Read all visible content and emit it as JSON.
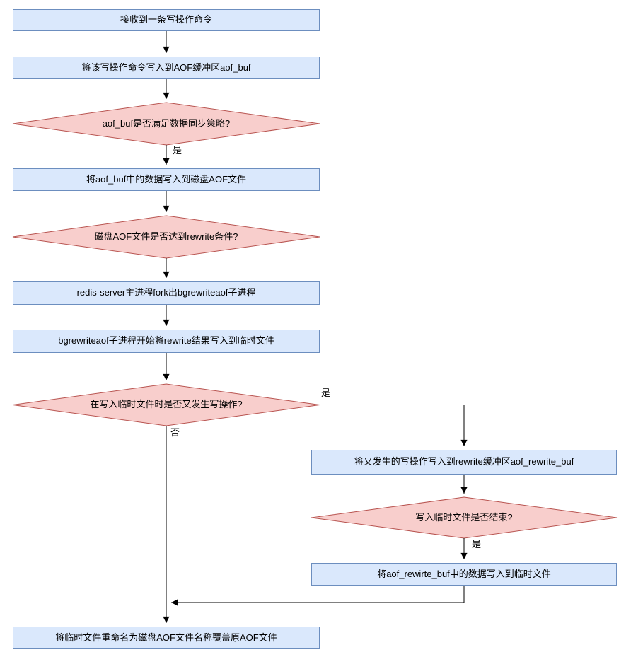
{
  "colors": {
    "process_fill": "#dae8fc",
    "process_border": "#6c8ebf",
    "decision_fill": "#f8cecc",
    "decision_border": "#b85450",
    "connector": "#000000",
    "text": "#000000",
    "background": "#ffffff"
  },
  "nodes": {
    "receive_cmd": "接收到一条写操作命令",
    "write_aof_buf": "将该写操作命令写入到AOF缓冲区aof_buf",
    "check_sync_policy": "aof_buf是否满足数据同步策略?",
    "flush_to_disk": "将aof_buf中的数据写入到磁盘AOF文件",
    "check_rewrite_cond": "磁盘AOF文件是否达到rewrite条件?",
    "fork_child": "redis-server主进程fork出bgrewriteaof子进程",
    "child_write_temp": "bgrewriteaof子进程开始将rewrite结果写入到临时文件",
    "check_new_writes": "在写入临时文件时是否又发生写操作?",
    "write_rewrite_buf": "将又发生的写操作写入到rewrite缓冲区aof_rewrite_buf",
    "check_temp_done": "写入临时文件是否结束?",
    "flush_rewrite_buf": "将aof_rewirte_buf中的数据写入到临时文件",
    "rename_temp": "将临时文件重命名为磁盘AOF文件名称覆盖原AOF文件"
  },
  "edge_labels": {
    "sync_yes": "是",
    "new_writes_yes": "是",
    "new_writes_no": "否",
    "temp_done_yes": "是"
  }
}
